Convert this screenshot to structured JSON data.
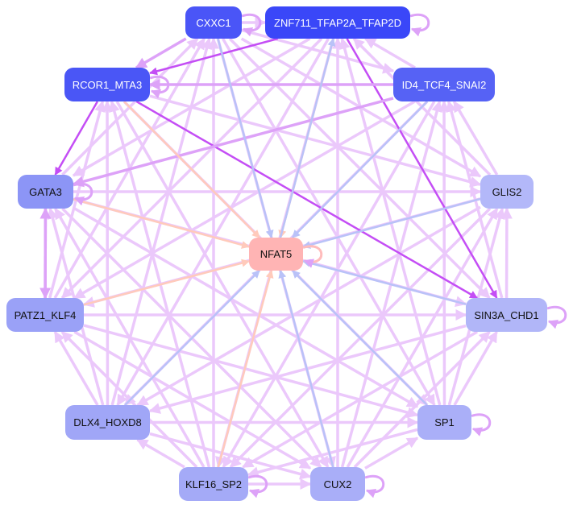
{
  "nodes": [
    {
      "label": "CXXC1",
      "color": "#4a55f7",
      "text": "#ffffff",
      "self_loop": true
    },
    {
      "label": "ZNF711_TFAP2A_TFAP2D",
      "color": "#3a47f8",
      "text": "#ffffff",
      "self_loop": true
    },
    {
      "label": "RCOR1_MTA3",
      "color": "#4a56f6",
      "text": "#ffffff",
      "self_loop": true
    },
    {
      "label": "ID4_TCF4_SNAI2",
      "color": "#5662f5",
      "text": "#ffffff",
      "self_loop": false
    },
    {
      "label": "GATA3",
      "color": "#8c95f6",
      "text": "#111111",
      "self_loop": true
    },
    {
      "label": "GLIS2",
      "color": "#b3b8f9",
      "text": "#111111",
      "self_loop": false
    },
    {
      "label": "NFAT5",
      "color": "#ffb4b4",
      "text": "#111111",
      "self_loop": true
    },
    {
      "label": "PATZ1_KLF4",
      "color": "#9aa1f7",
      "text": "#111111",
      "self_loop": false
    },
    {
      "label": "SIN3A_CHD1",
      "color": "#b1b6f8",
      "text": "#111111",
      "self_loop": true
    },
    {
      "label": "DLX4_HOXD8",
      "color": "#a0a6f7",
      "text": "#111111",
      "self_loop": false
    },
    {
      "label": "SP1",
      "color": "#aaaff8",
      "text": "#111111",
      "self_loop": true
    },
    {
      "label": "KLF16_SP2",
      "color": "#a4aaf7",
      "text": "#111111",
      "self_loop": true
    },
    {
      "label": "CUX2",
      "color": "#a9aef8",
      "text": "#111111",
      "self_loop": true
    }
  ],
  "edge_colors": {
    "light": "#ebc8fb",
    "medium": "#dda2f8",
    "strong": "#c44ef5",
    "blue": "#b9c2f8",
    "peach": "#ffcabb"
  },
  "outer_complete_default": "light",
  "edges": [
    [
      1,
      2,
      "strong"
    ],
    [
      2,
      4,
      "strong"
    ],
    [
      2,
      8,
      "strong"
    ],
    [
      1,
      8,
      "strong"
    ],
    [
      3,
      4,
      "medium"
    ],
    [
      3,
      2,
      "medium"
    ],
    [
      0,
      2,
      "medium"
    ],
    [
      4,
      7,
      "medium"
    ],
    [
      7,
      4,
      "medium"
    ],
    [
      0,
      6,
      "blue"
    ],
    [
      1,
      6,
      "peach"
    ],
    [
      2,
      6,
      "peach"
    ],
    [
      3,
      6,
      "blue"
    ],
    [
      4,
      6,
      "peach"
    ],
    [
      5,
      6,
      "blue"
    ],
    [
      7,
      6,
      "peach"
    ],
    [
      8,
      6,
      "blue"
    ],
    [
      9,
      6,
      "blue"
    ],
    [
      10,
      6,
      "blue"
    ],
    [
      11,
      6,
      "peach"
    ],
    [
      12,
      6,
      "blue"
    ],
    [
      6,
      1,
      "blue"
    ]
  ]
}
